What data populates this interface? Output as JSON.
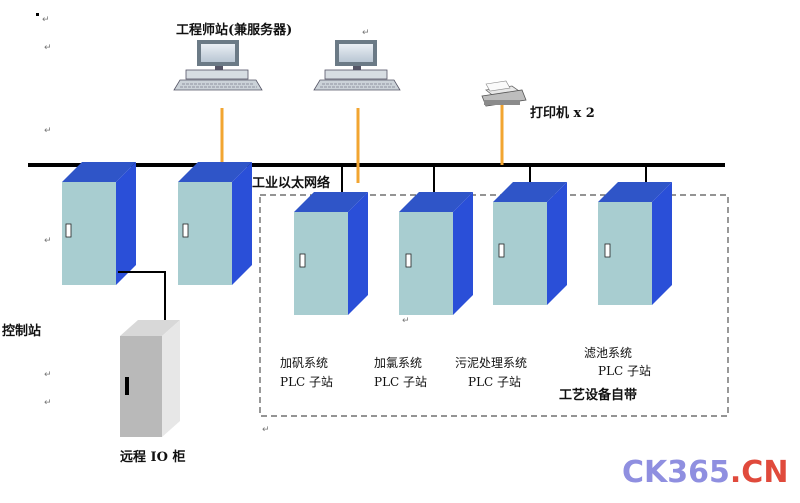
{
  "diagram": {
    "title_server": "工程师站(兼服务器)",
    "network_label": "工业以太网络",
    "printer_label": "打印机 x 2",
    "control_station_label": "控制站",
    "remote_io_label": "远程 IO 柜",
    "vendor_box_label": "工艺设备自带",
    "subsystems": [
      {
        "name": "加矾系统",
        "sub": "PLC 子站"
      },
      {
        "name": "加氯系统",
        "sub": "PLC 子站"
      },
      {
        "name": "污泥处理系统",
        "sub": "PLC 子站"
      },
      {
        "name": "滤池系统",
        "sub": "PLC 子站"
      }
    ],
    "paragraph_mark": "↵"
  },
  "watermark": {
    "left": "CK365",
    "dot": ".",
    "right": "CN"
  },
  "colors": {
    "cabinet_front": "#a8cdd0",
    "cabinet_side": "#2a4fd8",
    "cabinet_top": "#2f55c8",
    "network_line": "#000000",
    "drop_line": "#f2a531",
    "remote_cabinet": "#b9b9b9",
    "watermark_blue": "#8f8fe0",
    "watermark_red": "#e04a3c"
  }
}
